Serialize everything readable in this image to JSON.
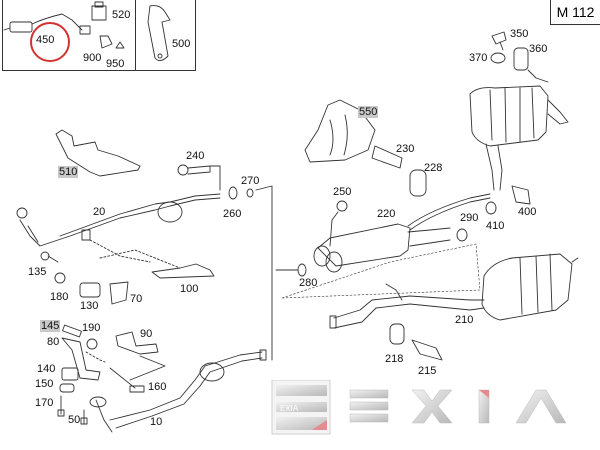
{
  "diagram": {
    "model_label": "M 112",
    "highlight_color": "#d23232",
    "inset": {
      "labels": [
        "450",
        "520",
        "900",
        "950",
        "500"
      ],
      "circled_part": "450"
    },
    "parts": [
      {
        "id": "10",
        "highlighted": false
      },
      {
        "id": "20",
        "highlighted": false
      },
      {
        "id": "50",
        "highlighted": false
      },
      {
        "id": "70",
        "highlighted": false
      },
      {
        "id": "80",
        "highlighted": false
      },
      {
        "id": "90",
        "highlighted": false
      },
      {
        "id": "100",
        "highlighted": false
      },
      {
        "id": "130",
        "highlighted": false
      },
      {
        "id": "135",
        "highlighted": false
      },
      {
        "id": "140",
        "highlighted": false
      },
      {
        "id": "145",
        "highlighted": true
      },
      {
        "id": "150",
        "highlighted": false
      },
      {
        "id": "160",
        "highlighted": false
      },
      {
        "id": "170",
        "highlighted": false
      },
      {
        "id": "180",
        "highlighted": false
      },
      {
        "id": "190",
        "highlighted": false
      },
      {
        "id": "210",
        "highlighted": false
      },
      {
        "id": "215",
        "highlighted": false
      },
      {
        "id": "218",
        "highlighted": false
      },
      {
        "id": "220",
        "highlighted": false
      },
      {
        "id": "228",
        "highlighted": false
      },
      {
        "id": "230",
        "highlighted": false
      },
      {
        "id": "240",
        "highlighted": false
      },
      {
        "id": "250",
        "highlighted": false
      },
      {
        "id": "260",
        "highlighted": false
      },
      {
        "id": "270",
        "highlighted": false
      },
      {
        "id": "280",
        "highlighted": false
      },
      {
        "id": "290",
        "highlighted": false
      },
      {
        "id": "350",
        "highlighted": false
      },
      {
        "id": "360",
        "highlighted": false
      },
      {
        "id": "370",
        "highlighted": false
      },
      {
        "id": "400",
        "highlighted": false
      },
      {
        "id": "410",
        "highlighted": false
      },
      {
        "id": "510",
        "highlighted": true
      },
      {
        "id": "550",
        "highlighted": true
      }
    ],
    "watermark": {
      "text": "EXIA",
      "badge_text": "EXIA"
    }
  }
}
